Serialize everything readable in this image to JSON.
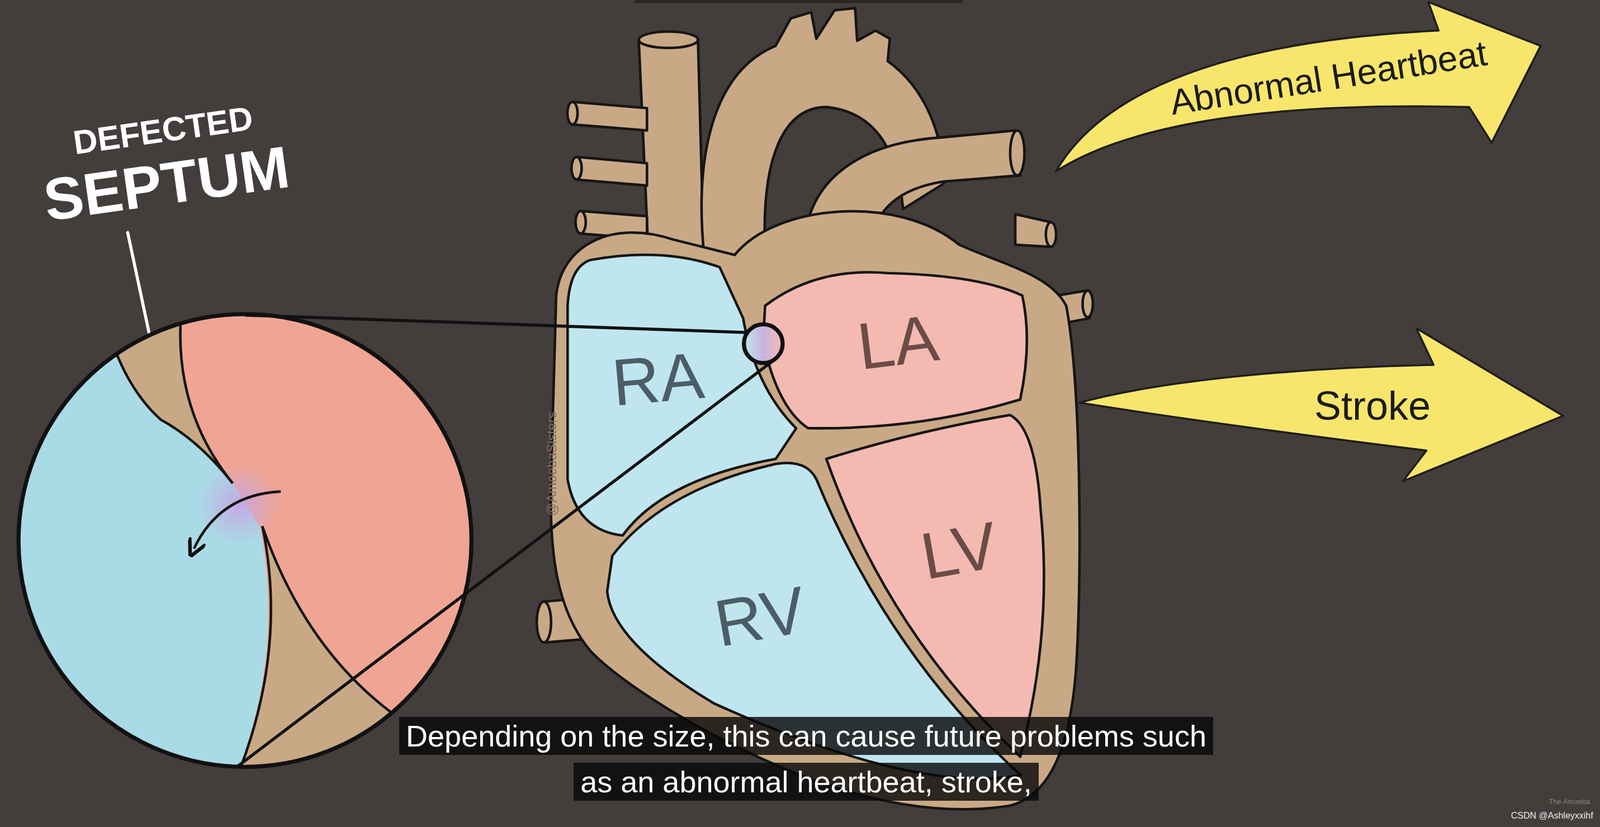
{
  "diagram": {
    "caption": "Depending on the size, this can cause future problems such as an abnormal heartbeat, stroke,",
    "nodes": [
      {
        "text": [
          "Abnormal Heartbeat"
        ]
      },
      {
        "text": [
          "RA"
        ]
      },
      {
        "text": [
          "LA"
        ]
      },
      {
        "text": [
          "Stroke"
        ]
      },
      {
        "text": [
          "RV"
        ]
      },
      {
        "text": [
          "LV"
        ]
      }
    ],
    "labels": [
      "DEFECTED",
      "SEPTUM",
      "@AmoebaSisters",
      "The Amoeba",
      "CSDN @Ashleyxxihf"
    ]
  }
}
